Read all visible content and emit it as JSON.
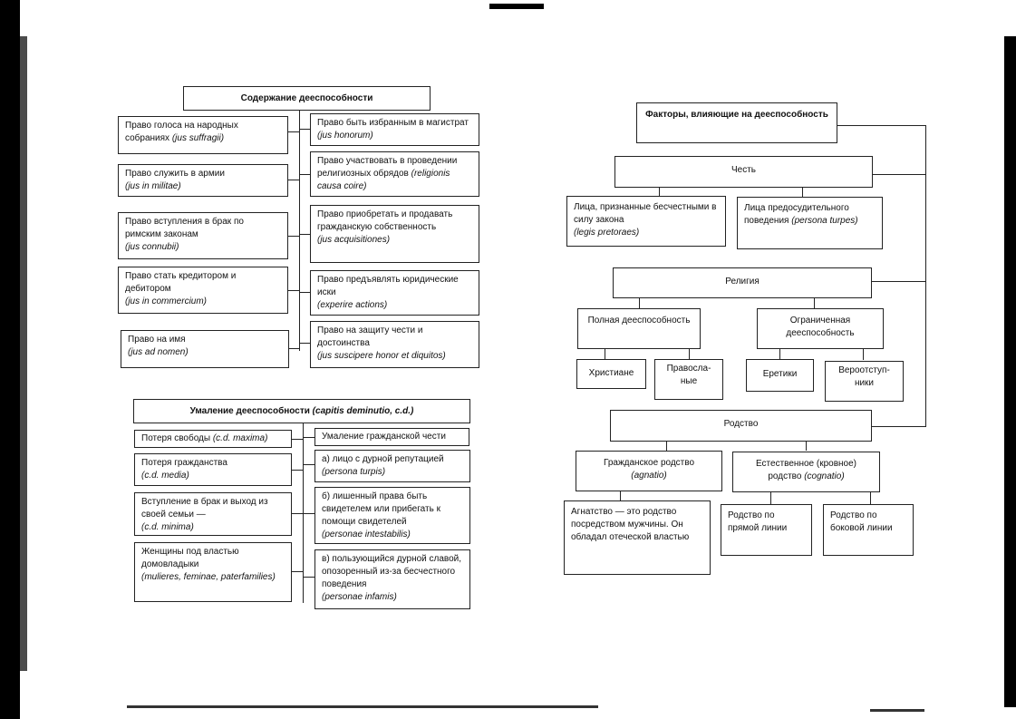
{
  "left_top": {
    "title": "Содержание дееспособности",
    "left": [
      {
        "t": "Право голоса на народных собраниях",
        "i": "(jus suffragii)"
      },
      {
        "t": "Право служить в армии",
        "i": "(jus in militae)"
      },
      {
        "t": "Право вступления в брак по римским законам",
        "i": "(jus connubii)"
      },
      {
        "t": "Право стать кредитором и дебитором",
        "i": "(jus in commercium)"
      },
      {
        "t": "Право на имя",
        "i": "(jus ad nomen)"
      }
    ],
    "right": [
      {
        "t": "Право быть избранным в магистрат",
        "i": "(jus honorum)"
      },
      {
        "t": "Право участвовать в проведении религиозных обрядов",
        "i": "(religionis causa coire)"
      },
      {
        "t": "Право приобретать и продавать гражданскую собственность",
        "i": "(jus acquisitiones)"
      },
      {
        "t": "Право предъявлять юридические иски",
        "i": "(experire actions)"
      },
      {
        "t": "Право на защиту чести и достоинства",
        "i": "(jus suscipere honor et diquitos)"
      }
    ]
  },
  "left_bottom": {
    "title": "Умаление дееспособности",
    "title_i": "(capitis deminutio, c.d.)",
    "left": [
      {
        "t": "Потеря свободы",
        "i": "(c.d. maxima)"
      },
      {
        "t": "Потеря гражданства",
        "i": "(c.d. media)"
      },
      {
        "t": "Вступление в брак и выход из своей семьи —",
        "i": "(c.d. minima)"
      },
      {
        "t": "Женщины под властью домовладыки",
        "i": "(mulieres, feminae, paterfamilies)"
      }
    ],
    "right_title": "Умаление гражданской чести",
    "right": [
      {
        "t": "а) лицо с дурной репутацией",
        "i": "(persona turpis)"
      },
      {
        "t": "б) лишенный права быть свидетелем или прибегать к помощи свидетелей",
        "i": "(personae intestabilis)"
      },
      {
        "t": "в) пользующийся дурной славой, опозоренный из-за бесчестного поведения",
        "i": "(personae infamis)"
      }
    ]
  },
  "right": {
    "title": "Факторы, влияющие на дееспособность",
    "honor": "Честь",
    "honor_a": "Лица, признанные бесчестными в силу закона",
    "honor_a_i": "(legis pretoraes)",
    "honor_b": "Лица предосудительного поведения",
    "honor_b_i": "(persona turpes)",
    "religion": "Религия",
    "full": "Полная дееспособность",
    "limited": "Ограниченная дееспособность",
    "christians": "Христиане",
    "orthodox": "Правосла-ные",
    "heretics": "Еретики",
    "apostates": "Вероотступ-ники",
    "kin": "Родство",
    "civil_kin": "Гражданское родство",
    "civil_kin_i": "(agnatio)",
    "natural_kin": "Естественное (кровное) родство",
    "natural_kin_i": "(cognatio)",
    "agnat": "Агнатство — это родство посредством мужчины. Он обладал отеческой властью",
    "direct": "Родство по прямой линии",
    "lateral": "Родство по боковой линии"
  }
}
